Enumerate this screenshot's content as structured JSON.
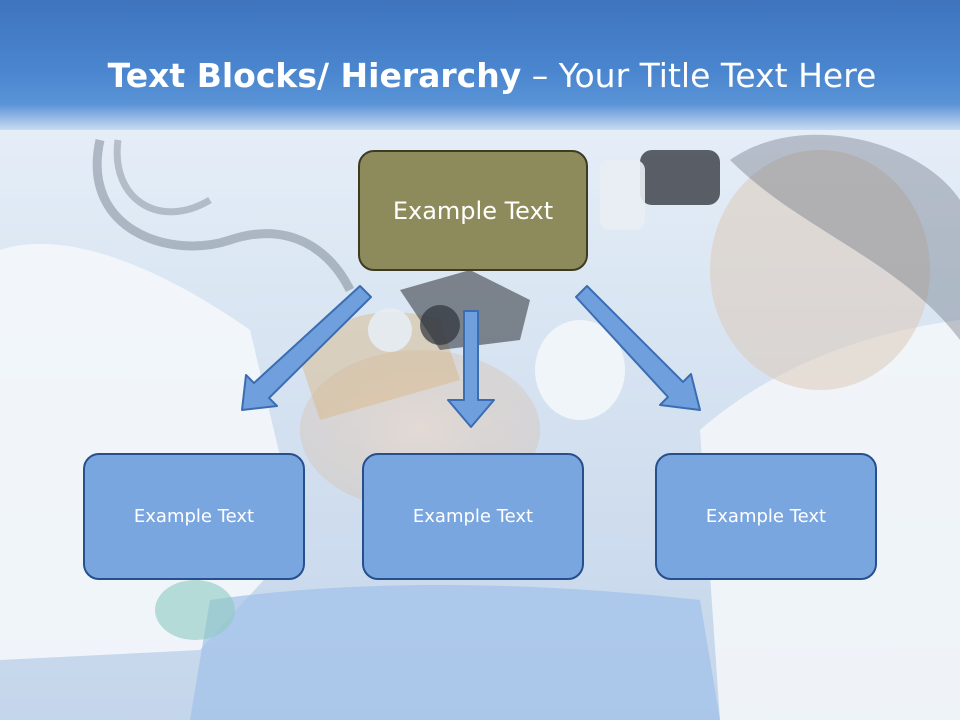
{
  "title": {
    "bold": "Text Blocks/ Hierarchy",
    "rest": " – Your Title Text Here"
  },
  "top_box": {
    "label": "Example Text"
  },
  "child_boxes": [
    {
      "label": "Example Text"
    },
    {
      "label": "Example Text"
    },
    {
      "label": "Example Text"
    }
  ],
  "colors": {
    "title_bar": "#4a86cf",
    "top_box_fill": "#8d8a5b",
    "child_box_fill": "#7aa6e0",
    "arrow_fill": "#6f9fdc",
    "arrow_stroke": "#3b6db3"
  }
}
